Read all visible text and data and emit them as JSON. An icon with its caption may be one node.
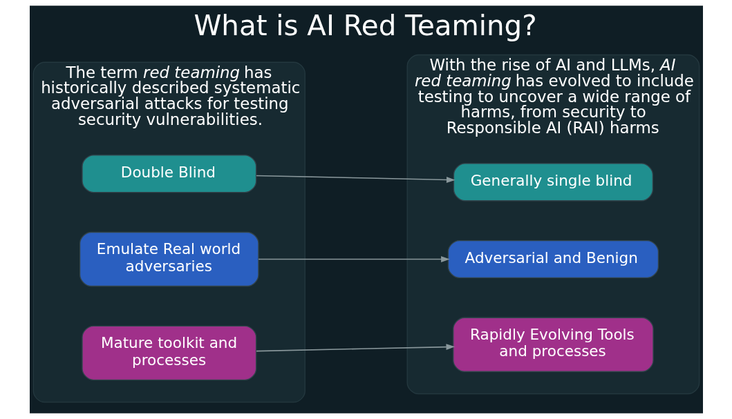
{
  "diagram": {
    "title": "What is AI Red Teaming?",
    "nodes": [
      {
        "text": [
          "The term *red teaming* has historically described systematic adversarial attacks for testing security vulnerabilities."
        ]
      },
      {
        "text": [
          "Double Blind"
        ],
        "in": 0
      },
      {
        "text": [
          "Emulate Real world adversaries"
        ],
        "in": 0
      },
      {
        "text": [
          "Mature toolkit and processes"
        ],
        "in": 0
      },
      {
        "text": [
          "With the rise of AI and LLMs, *AI red teaming* has evolved to include testing to uncover a wide range of harms, from security to Responsible AI (RAI) harms"
        ]
      },
      {
        "text": [
          "Generally single blind"
        ],
        "in": 4
      },
      {
        "text": [
          "Adversarial and Benign"
        ],
        "in": 4
      },
      {
        "text": [
          "Rapidly Evolving Tools and processes"
        ],
        "in": 4
      }
    ],
    "edges": [
      {
        "from": 1,
        "to": 5,
        "arrow": "to"
      },
      {
        "from": 2,
        "to": 6,
        "arrow": "to"
      },
      {
        "from": 3,
        "to": 7,
        "arrow": "to"
      }
    ]
  }
}
